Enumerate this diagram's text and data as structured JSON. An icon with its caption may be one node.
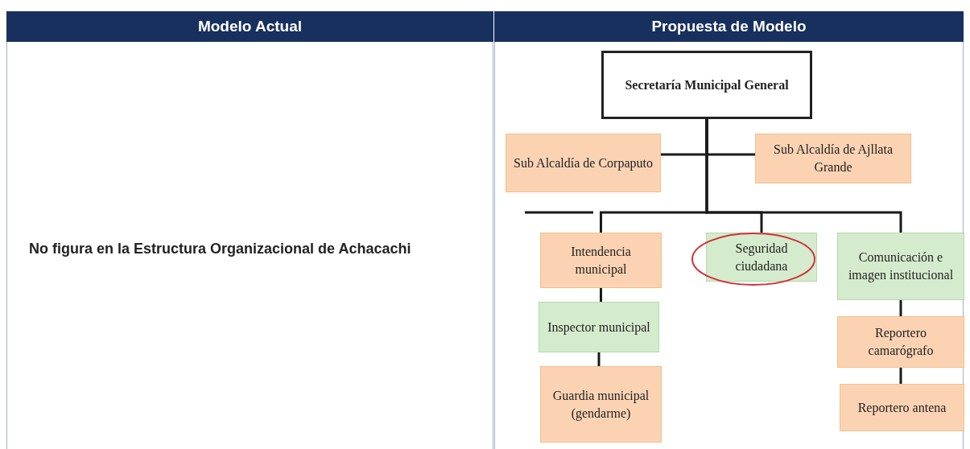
{
  "diagram": {
    "nodes": [
      {
        "text": [
          "Secretaría Municipal General"
        ]
      },
      {
        "text": [
          "Sub Alcaldía de Corpaputo"
        ]
      },
      {
        "text": [
          "Sub Alcaldía de Ajllata Grande"
        ]
      },
      {
        "text": [
          "Intendencia municipal"
        ]
      },
      {
        "text": [
          "Seguridad ciudadana"
        ]
      },
      {
        "text": [
          "Comunicación e imagen institucional"
        ]
      },
      {
        "text": [
          "Inspector municipal"
        ]
      },
      {
        "text": [
          "Guardia municipal (gendarme)"
        ]
      },
      {
        "text": [
          "Reportero camarógrafo"
        ]
      },
      {
        "text": [
          "Reportero antena"
        ]
      }
    ],
    "edges": [
      {
        "from": 0,
        "to": 1,
        "arrow": "none"
      },
      {
        "from": 0,
        "to": 2,
        "arrow": "none"
      },
      {
        "from": 0,
        "to": 3,
        "arrow": "none"
      },
      {
        "from": 0,
        "to": 4,
        "arrow": "none"
      },
      {
        "from": 0,
        "to": 5,
        "arrow": "none"
      },
      {
        "from": 3,
        "to": 6,
        "arrow": "none"
      },
      {
        "from": 6,
        "to": 7,
        "arrow": "none"
      },
      {
        "from": 5,
        "to": 8,
        "arrow": "none"
      },
      {
        "from": 8,
        "to": 9,
        "arrow": "none"
      }
    ],
    "labels": [
      "Modelo Actual",
      "Propuesta de Modelo",
      "No figura en la Estructura Organizacional de Achacachi"
    ]
  }
}
